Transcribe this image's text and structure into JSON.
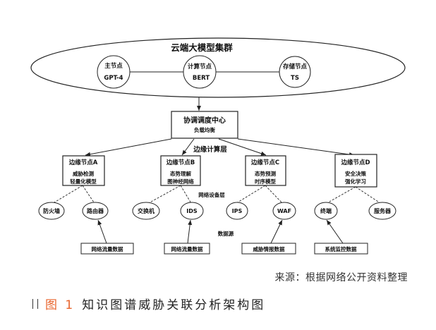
{
  "cloud": {
    "title": "云端大模型集群",
    "nodes": [
      {
        "name": "主节点",
        "model": "GPT-4"
      },
      {
        "name": "计算节点",
        "model": "BERT"
      },
      {
        "name": "存储节点",
        "model": "TS"
      }
    ]
  },
  "center": {
    "title": "协调调度中心",
    "subtitle": "负载均衡"
  },
  "layers": {
    "edge": "边缘计算层",
    "network": "网络设备层",
    "source": "数据源"
  },
  "edge_nodes": [
    {
      "title": "边缘节点A",
      "line1": "威胁检测",
      "line2": "轻量化模型"
    },
    {
      "title": "边缘节点B",
      "line1": "态势理解",
      "line2": "图神经网络"
    },
    {
      "title": "边缘节点C",
      "line1": "态势预测",
      "line2": "时序模型"
    },
    {
      "title": "边缘节点D",
      "line1": "安全决策",
      "line2": "强化学习"
    }
  ],
  "devices": [
    "防火墙",
    "路由器",
    "交换机",
    "IDS",
    "IPS",
    "WAF",
    "终端",
    "服务器"
  ],
  "data_sources": [
    "网络流量数据",
    "网络流量数据",
    "威胁情报数据",
    "系统监控数据"
  ],
  "source_note": "来源：根据网络公开资料整理",
  "caption": {
    "number": "图 1",
    "title": "知识图谱威胁关联分析架构图"
  },
  "colors": {
    "accent": "#e8642c",
    "line": "#222222"
  }
}
